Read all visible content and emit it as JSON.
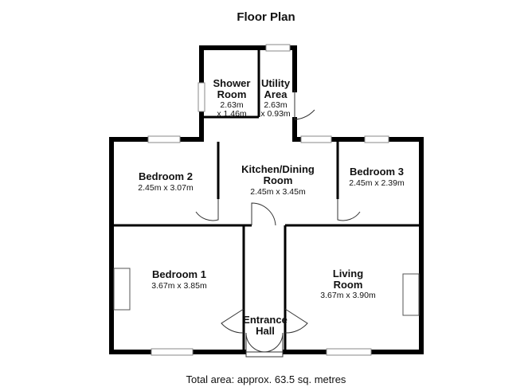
{
  "title": "Floor Plan",
  "total_area": "Total area: approx. 63.5 sq. metres",
  "colors": {
    "wall": "#000000",
    "line": "#333333",
    "window": "#bbbbbb"
  },
  "rooms": [
    {
      "name": [
        "Shower",
        "Room"
      ],
      "dims": [
        "2.63m",
        "x 1.46m"
      ]
    },
    {
      "name": [
        "Utility",
        "Area"
      ],
      "dims": [
        "2.63m",
        "x 0.93m"
      ]
    },
    {
      "name": [
        "Bedroom 2"
      ],
      "dims": [
        "2.45m x 3.07m"
      ]
    },
    {
      "name": [
        "Kitchen/Dining",
        "Room"
      ],
      "dims": [
        "2.45m x 3.45m"
      ]
    },
    {
      "name": [
        "Bedroom 3"
      ],
      "dims": [
        "2.45m x 2.39m"
      ]
    },
    {
      "name": [
        "Bedroom 1"
      ],
      "dims": [
        "3.67m x 3.85m"
      ]
    },
    {
      "name": [
        "Living",
        "Room"
      ],
      "dims": [
        "3.67m x 3.90m"
      ]
    },
    {
      "name": [
        "Entrance",
        "Hall"
      ],
      "dims": []
    }
  ]
}
